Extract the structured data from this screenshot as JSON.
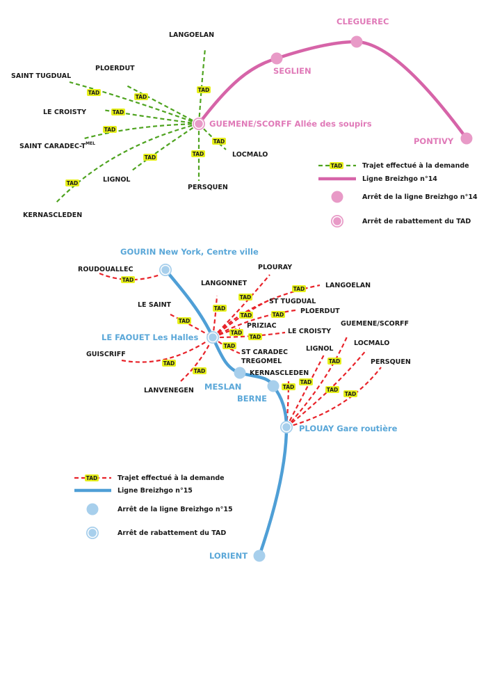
{
  "colors": {
    "line14": "#d664a8",
    "stop14": "#e89ac7",
    "tad_green": "#4ea31f",
    "line15": "#4f9fd6",
    "stop15": "#a7cfec",
    "tad_red": "#e8232a",
    "tad_badge": "#e6ef1a"
  },
  "tad_label": "TAD",
  "map14": {
    "stops": {
      "cleguerec": "CLEGUEREC",
      "seglien": "SEGLIEN",
      "pontivy": "PONTIVY",
      "hub": "GUEMENE/SCORFF Allée des soupirs"
    },
    "tad_destinations": {
      "langoelan": "LANGOELAN",
      "ploerdut": "PLOERDUT",
      "saint_tugdual": "SAINT TUGDUAL",
      "le_croisty": "LE CROISTY",
      "saint_caradec": "SAINT CARADEC-T",
      "saint_caradec_sup": "MEL",
      "lignol": "LIGNOL",
      "kernascleden": "KERNASCLEDEN",
      "persquen": "PERSQUEN",
      "locmalo": "LOCMALO"
    },
    "legend": {
      "tad": "Trajet effectué à la demande",
      "line": "Ligne Breizhgo n°14",
      "stop": "Arrêt de la ligne Breizhgo n°14",
      "hub": "Arrêt de rabattement du TAD"
    }
  },
  "map15": {
    "stops": {
      "gourin": "GOURIN New York, Centre ville",
      "le_faouet": "LE FAOUET Les Halles",
      "meslan": "MESLAN",
      "berne": "BERNE",
      "plouay": "PLOUAY Gare routière",
      "lorient": "LORIENT"
    },
    "tad_destinations": {
      "roudouallec": "ROUDOUALLEC",
      "langonnet": "LANGONNET",
      "plouray": "PLOURAY",
      "langoelan": "LANGOELAN",
      "st_tugdual": "ST TUGDUAL",
      "ploerdut": "PLOERDUT",
      "le_saint": "LE SAINT",
      "priziac": "PRIZIAC",
      "le_croisty": "LE CROISTY",
      "st_caradec_1": "ST CARADEC",
      "st_caradec_2": "TREGOMEL",
      "guiscriff": "GUISCRIFF",
      "lanvenegen": "LANVENEGEN",
      "kernascleden": "KERNASCLEDEN",
      "lignol": "LIGNOL",
      "guemene": "GUEMENE/SCORFF",
      "locmalo": "LOCMALO",
      "persquen": "PERSQUEN"
    },
    "legend": {
      "tad": "Trajet effectué à la demande",
      "line": "Ligne Breizhgo n°15",
      "stop": "Arrêt de la ligne Breizhgo n°15",
      "hub": "Arrêt de rabattement du TAD"
    }
  }
}
